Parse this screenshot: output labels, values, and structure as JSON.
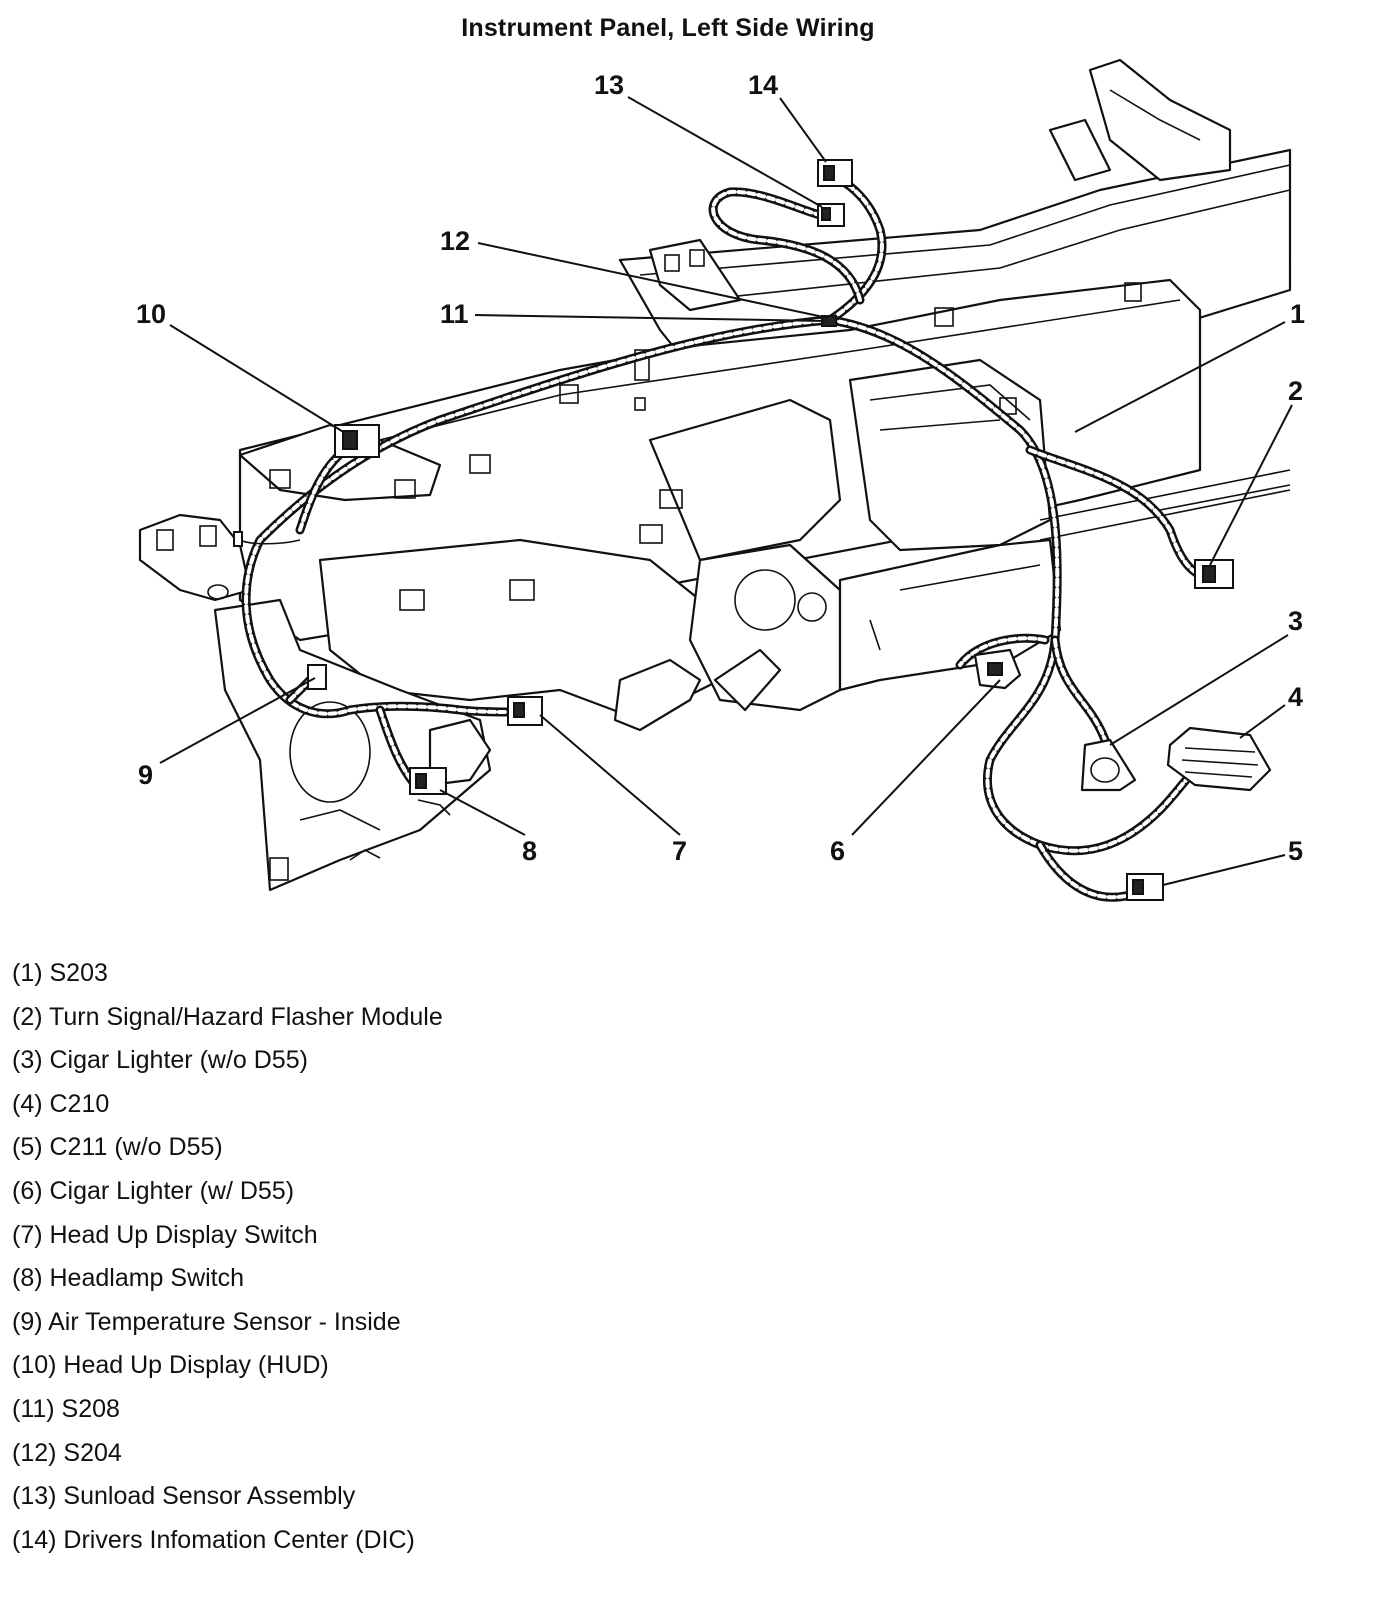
{
  "title": "Instrument Panel, Left Side Wiring",
  "callouts": [
    "1",
    "2",
    "3",
    "4",
    "5",
    "6",
    "7",
    "8",
    "9",
    "10",
    "11",
    "12",
    "13",
    "14"
  ],
  "legend": [
    "(1) S203",
    "(2) Turn Signal/Hazard Flasher Module",
    "(3) Cigar Lighter (w/o D55)",
    "(4) C210",
    "(5) C211 (w/o D55)",
    "(6) Cigar Lighter (w/ D55)",
    "(7) Head Up Display Switch",
    "(8) Headlamp Switch",
    "(9) Air Temperature Sensor - Inside",
    "(10) Head Up Display (HUD)",
    "(11) S208",
    "(12) S204",
    "(13) Sunload Sensor Assembly",
    "(14) Drivers Infomation Center (DIC)"
  ]
}
